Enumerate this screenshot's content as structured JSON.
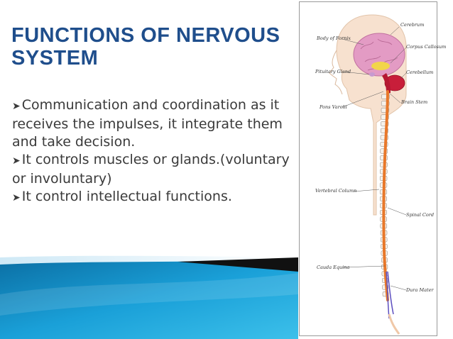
{
  "slide": {
    "title_line1": "FUNCTIONS OF NERVOUS",
    "title_line2": "SYSTEM",
    "bullets": [
      "Communication and coordination as it receives the impulses, it integrate them and take decision.",
      "It controls muscles or glands.(voluntary or involuntary)",
      "It control intellectual functions."
    ],
    "bullet_icon": "arrowhead-bullet-icon",
    "colors": {
      "title": "#1f4e8c",
      "body_text": "#3a3a3a",
      "accent_blue": "#1aa0d8",
      "spinal_cord": "#e8782a"
    }
  },
  "diagram": {
    "labels": {
      "cerebrum": "Cerebrum",
      "body_of_fornix": "Body of Fornix",
      "corpus_callosum": "Corpus Callosum",
      "pituitary_gland": "Pituitary Gland",
      "cerebellum": "Cerebellum",
      "pons_varolii": "Pons Varolii",
      "brain_stem": "Brain Stem",
      "vertebral_column": "Vertebral Column",
      "spinal_cord": "Spinal Cord",
      "cauda_equina": "Cauda Equina",
      "dura_mater": "Dura Mater"
    }
  }
}
